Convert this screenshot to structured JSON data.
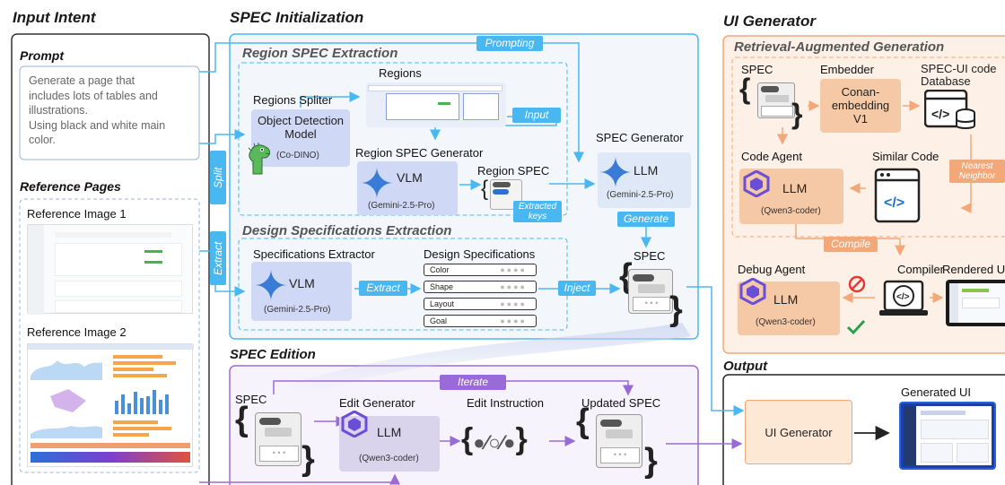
{
  "sections": {
    "input_intent": "Input Intent",
    "spec_init": "SPEC Initialization",
    "ui_generator": "UI Generator",
    "spec_edition": "SPEC Edition",
    "output": "Output"
  },
  "input": {
    "prompt_title": "Prompt",
    "prompt_text": [
      "Generate a page that",
      "includes lots of tables and",
      "illustrations.",
      "Using black and white main",
      "color."
    ],
    "ref_title": "Reference Pages",
    "ref1": "Reference Image 1",
    "ref2": "Reference Image 2"
  },
  "pills": {
    "split": "Split",
    "extract_side": "Extract",
    "prompting": "Prompting",
    "input": "Input",
    "extracted_keys": [
      "Extracted",
      "keys"
    ],
    "generate": "Generate",
    "extract": "Extract",
    "inject": "Inject",
    "iterate": "Iterate",
    "compile": "Compile",
    "nearest_neighbor": [
      "Nearest",
      "Neighbor"
    ]
  },
  "region": {
    "title": "Region SPEC Extraction",
    "regions": "Regions",
    "splitter": "Regions Spliter",
    "odm": [
      "Object Detection",
      "Model"
    ],
    "odm_sub": "(Co-DINO)",
    "rsg": "Region SPEC Generator",
    "vlm": "VLM",
    "vlm_sub": "(Gemini-2.5-Pro)",
    "region_spec": "Region SPEC"
  },
  "spec_gen": {
    "title": "SPEC Generator",
    "llm": "LLM",
    "llm_sub": "(Gemini-2.5-Pro)",
    "spec": "SPEC"
  },
  "design": {
    "title": "Design Specifications Extraction",
    "extractor": "Specifications Extractor",
    "vlm": "VLM",
    "vlm_sub": "(Gemini-2.5-Pro)",
    "ds_title": "Design Specifications",
    "rows": [
      "Color",
      "Shape",
      "Layout",
      "Goal"
    ]
  },
  "edition": {
    "spec": "SPEC",
    "edit_gen": "Edit Generator",
    "llm": "LLM",
    "llm_sub": "(Qwen3-coder)",
    "edit_instr": "Edit Instruction",
    "updated": "Updated SPEC"
  },
  "rag": {
    "title": "Retrieval-Augmented Generation",
    "spec": "SPEC",
    "embedder": "Embedder",
    "embedder_box": [
      "Conan-",
      "embedding",
      "V1"
    ],
    "db": [
      "SPEC-UI code",
      "Database"
    ],
    "code_agent": "Code Agent",
    "llm": "LLM",
    "llm_sub": "(Qwen3-coder)",
    "similar": "Similar Code"
  },
  "debug": {
    "debug_agent": "Debug Agent",
    "llm": "LLM",
    "llm_sub": "(Qwen3-coder)",
    "compiler": "Compiler",
    "rendered": "Rendered UI"
  },
  "out": {
    "ui_gen": "UI Generator",
    "generated": "Generated UI"
  },
  "colors": {
    "blue": "#4ab8f0",
    "purple": "#9a6bd6",
    "orange": "#f2a878",
    "peach_bg": "#fdf1e7"
  }
}
